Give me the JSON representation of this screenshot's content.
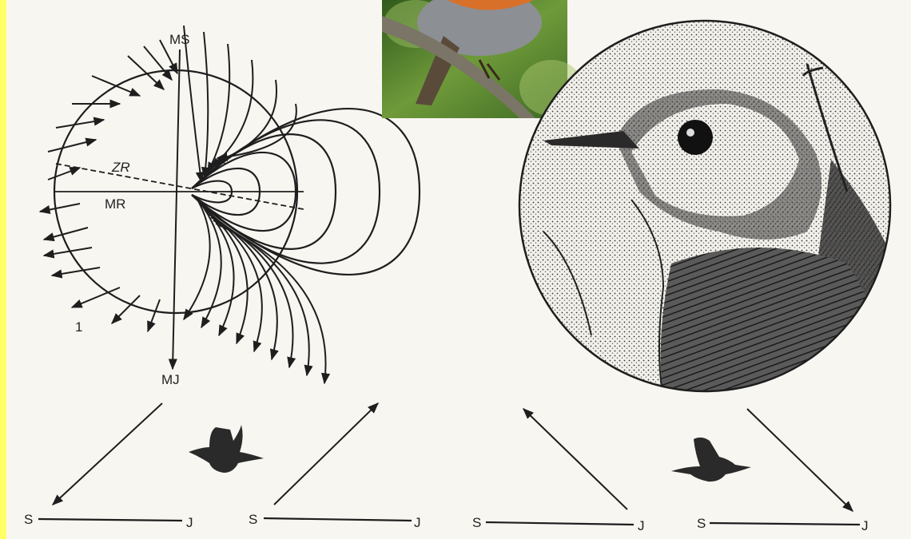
{
  "diagram": {
    "labels": {
      "ms": "MS",
      "mj": "MJ",
      "zr": "ZR",
      "mr": "MR",
      "figure_number": "1"
    },
    "compass": [
      {
        "s": "S",
        "j": "J"
      },
      {
        "s": "S",
        "j": "J"
      },
      {
        "s": "S",
        "j": "J"
      },
      {
        "s": "S",
        "j": "J"
      }
    ]
  },
  "colors": {
    "background_border": "#ffff66",
    "paper": "#f8f6f1",
    "ink": "#1e1e1e"
  },
  "icons": [
    "magnetic-field-diagram",
    "robin-photo",
    "robin-head-illustration",
    "flying-bird-silhouette"
  ]
}
